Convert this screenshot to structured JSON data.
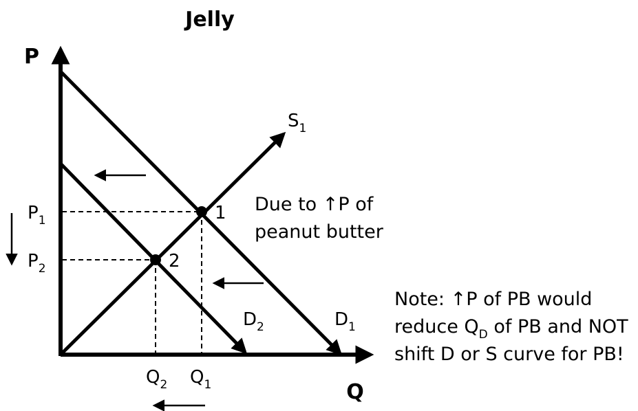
{
  "title": "Jelly",
  "axes": {
    "y_label": "P",
    "x_label": "Q"
  },
  "curves": {
    "s1": {
      "main": "S",
      "sub": "1"
    },
    "d1": {
      "main": "D",
      "sub": "1"
    },
    "d2": {
      "main": "D",
      "sub": "2"
    }
  },
  "prices": {
    "p1": {
      "main": "P",
      "sub": "1"
    },
    "p2": {
      "main": "P",
      "sub": "2"
    }
  },
  "quantities": {
    "q1": {
      "main": "Q",
      "sub": "1"
    },
    "q2": {
      "main": "Q",
      "sub": "2"
    }
  },
  "points": {
    "e1": "1",
    "e2": "2"
  },
  "annotation": {
    "line1_text": "Due to ",
    "line1_arrow": "↑",
    "line1_tail": "P of",
    "line2": "peanut butter"
  },
  "note": {
    "line1": "Note: ↑P of PB would",
    "line2_pre": "reduce Q",
    "line2_sub": "D",
    "line2_post": " of PB and NOT",
    "line3": "shift D or S curve for PB!"
  },
  "colors": {
    "ink": "#000000",
    "background": "#ffffff"
  }
}
